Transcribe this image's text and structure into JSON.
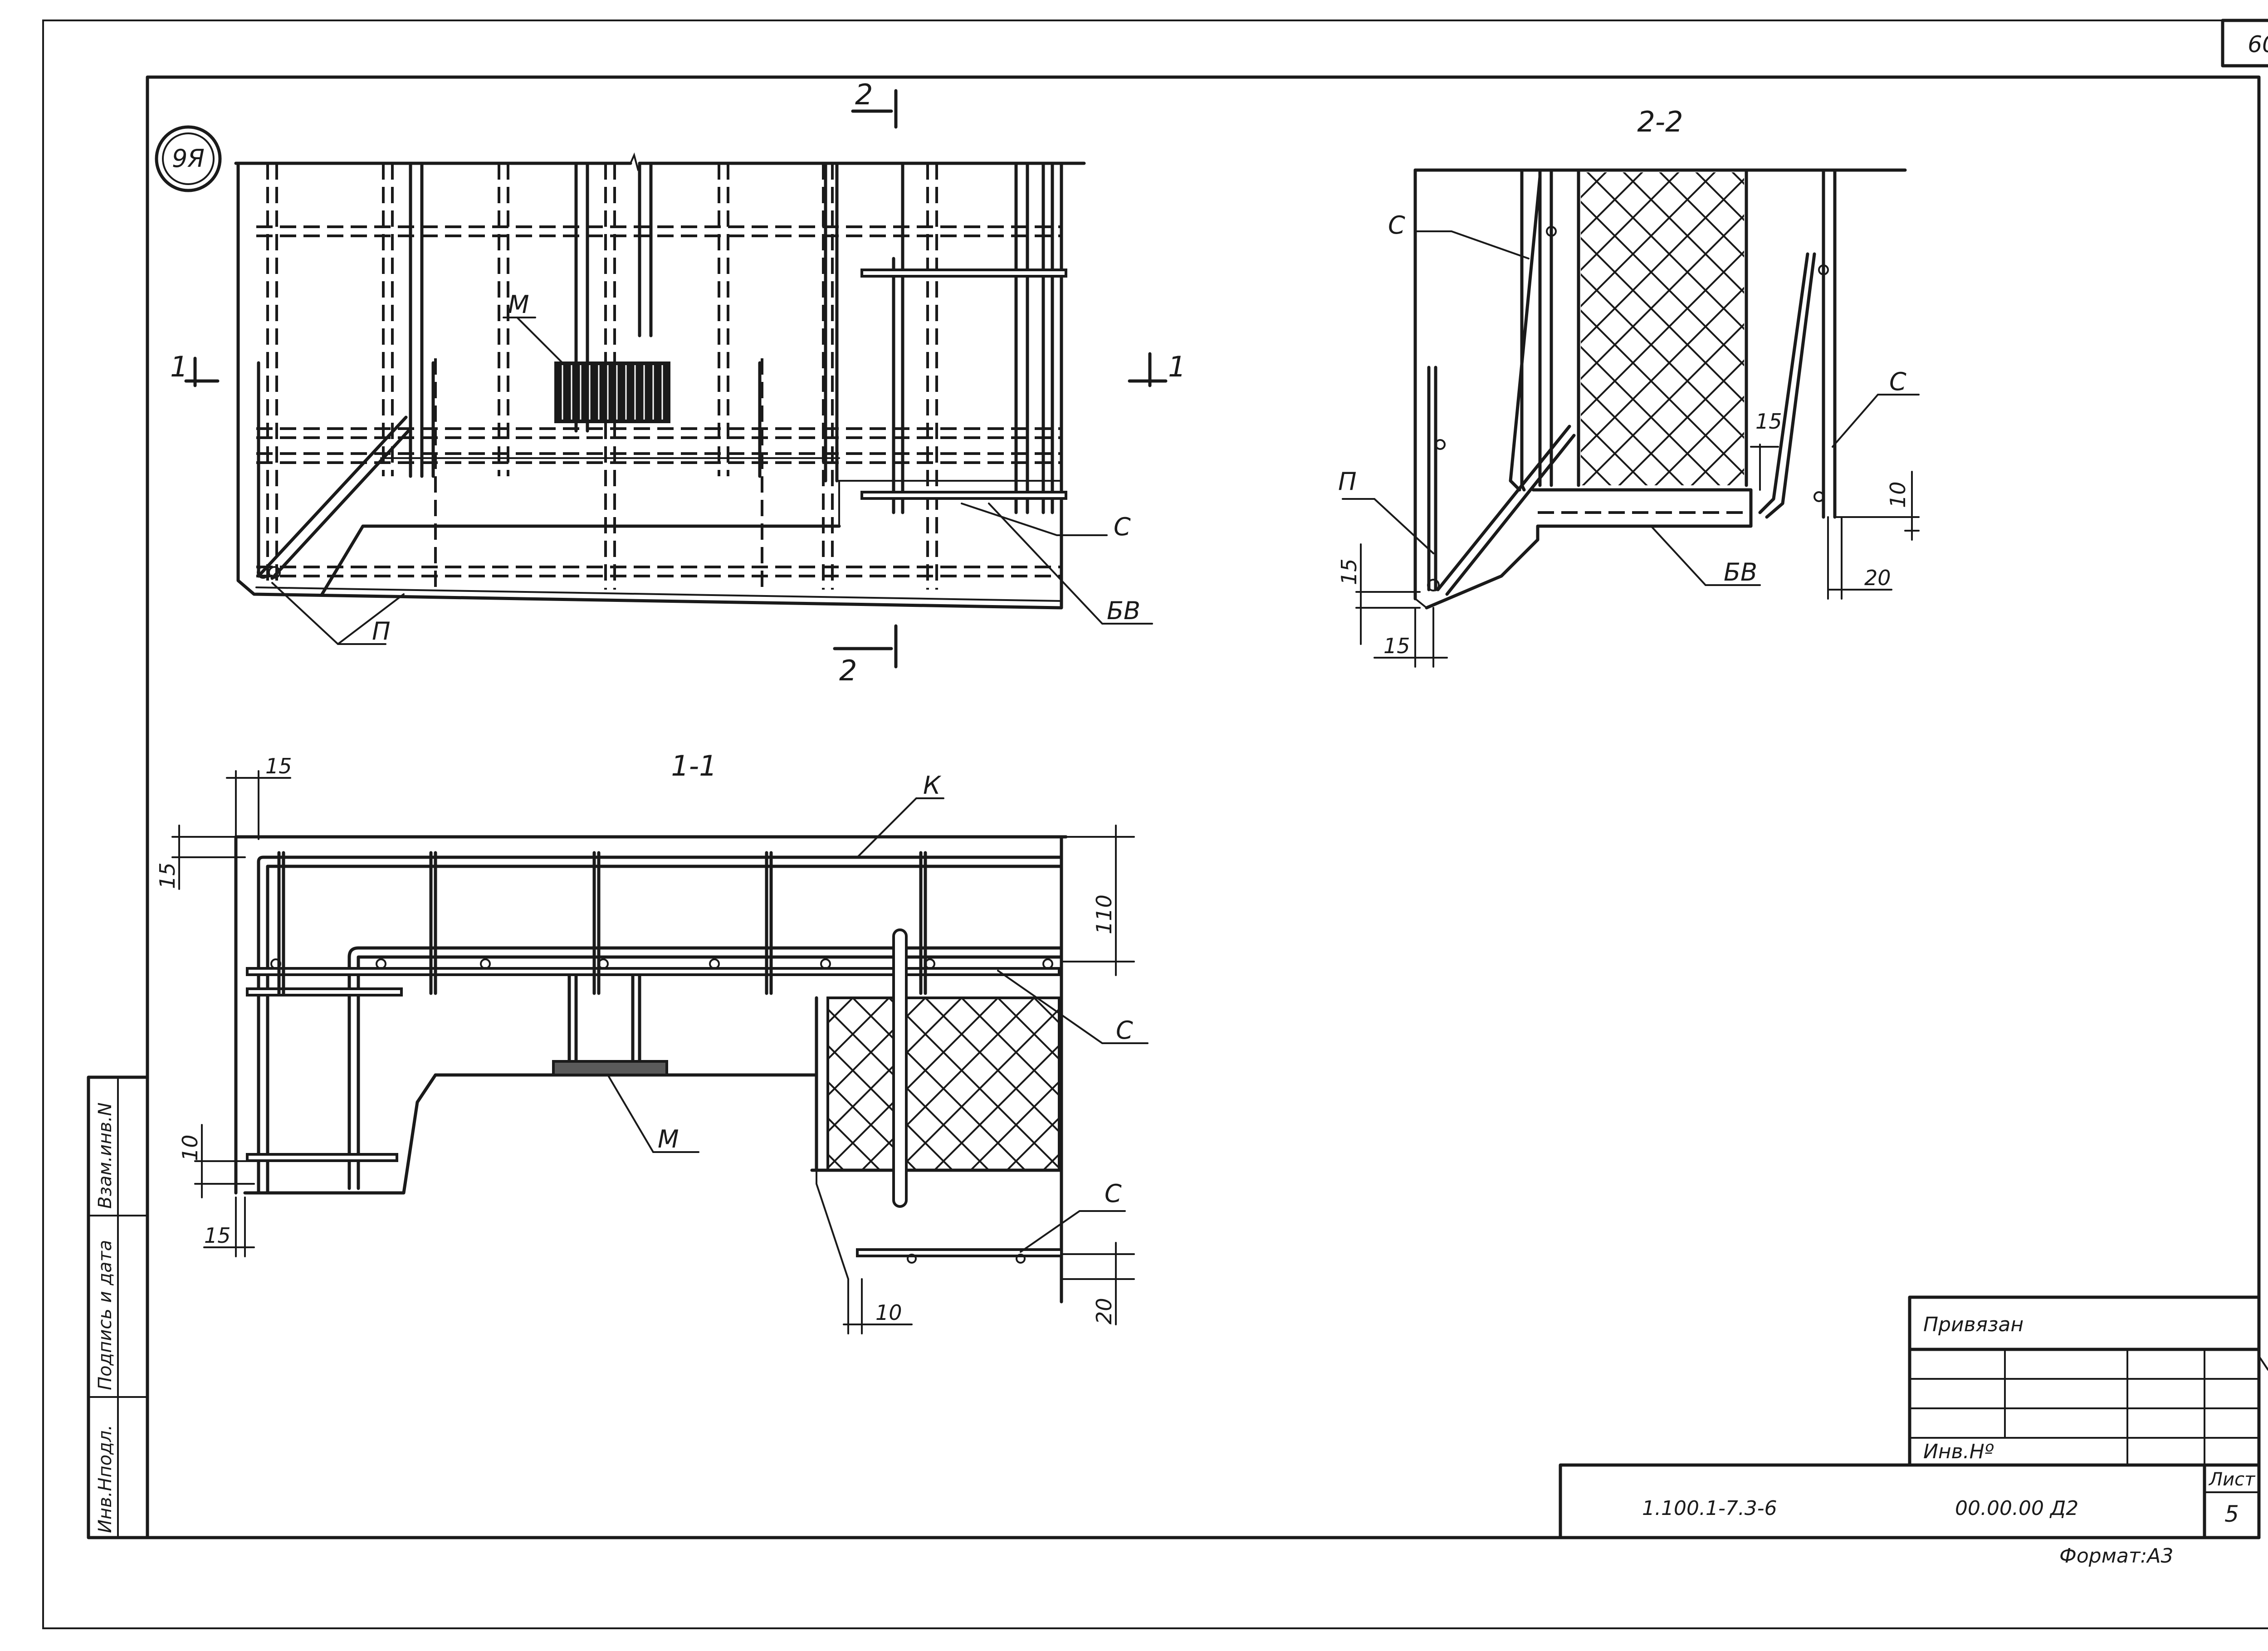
{
  "sheet_number": "60",
  "marker": "9Я",
  "section_cut": {
    "mark_1": "1",
    "mark_2": "2"
  },
  "views": {
    "section_11_title": "1-1",
    "section_22_title": "2-2"
  },
  "labels": {
    "m": "М",
    "c": "С",
    "bv": "БВ",
    "p": "П",
    "k": "К"
  },
  "dimensions": {
    "d15": "15",
    "d10": "10",
    "d20": "20",
    "d110": "110"
  },
  "side_stamp": {
    "inv_podl": "Инв.Нподл.",
    "podpis": "Подпись и дата",
    "vzam": "Взам.инв.N"
  },
  "title_block": {
    "privyazan": "Привязан",
    "inv_no": "Инв.Нº",
    "doc_code": "1.100.1-7.3-6",
    "doc_num": "00.00.00 Д2",
    "list_label": "Лист",
    "list_value": "5",
    "format": "Формат:А3"
  }
}
